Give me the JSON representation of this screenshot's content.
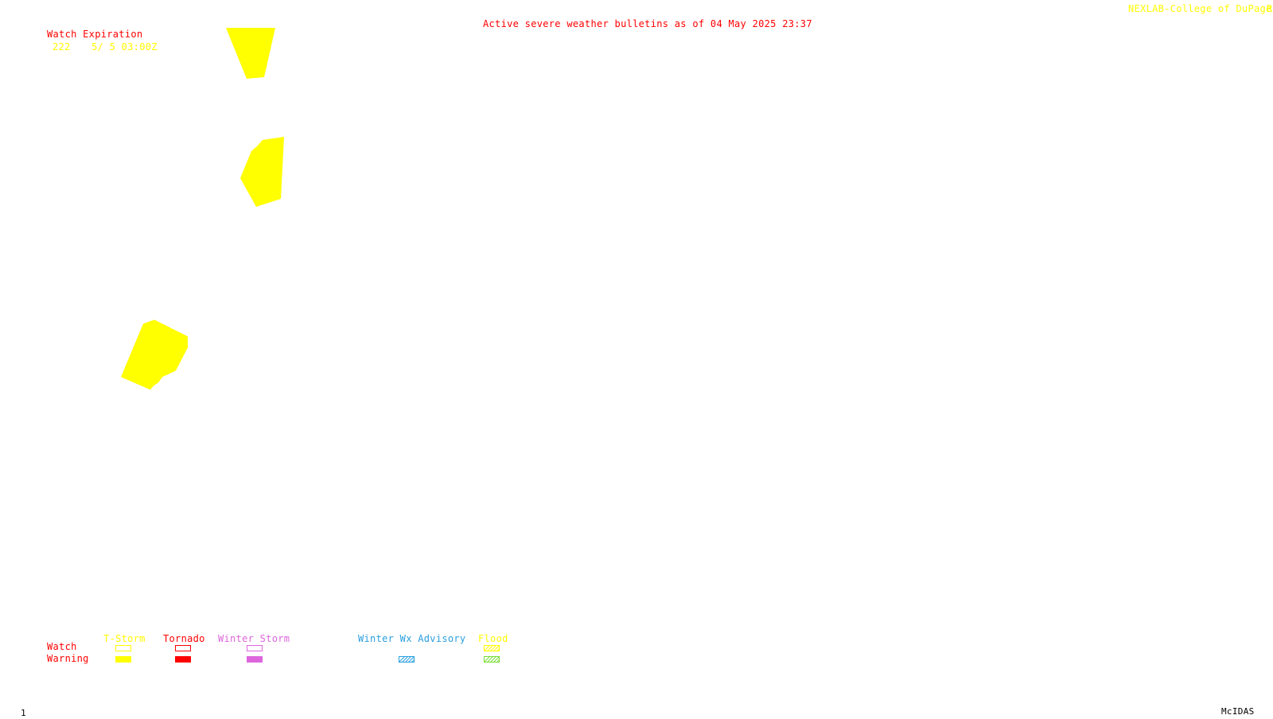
{
  "header": {
    "title": "Active severe weather bulletins as of 04 May 2025 23:37",
    "source_credit": "NEXLAB-College of DuPage",
    "source_credit_tail": "R"
  },
  "watch_table": {
    "heading": "Watch Expiration",
    "rows": [
      {
        "number": "222",
        "expiration": "5/ 5 03:00Z"
      }
    ]
  },
  "legend": {
    "row_labels": {
      "watch": "Watch",
      "warning": "Warning"
    },
    "categories": [
      {
        "label": "T-Storm",
        "color": "#ffff00",
        "watch_style": "outline",
        "warning_style": "solid"
      },
      {
        "label": "Tornado",
        "color": "#ff0000",
        "watch_style": "outline",
        "warning_style": "solid"
      },
      {
        "label": "Winter Storm",
        "color": "#dd66dd",
        "watch_style": "outline",
        "warning_style": "solid"
      },
      {
        "label": "Winter Wx Advisory",
        "color": "#2a9fe0",
        "watch_style": "none",
        "warning_style": "hatched"
      },
      {
        "label": "Flood",
        "color": "#ffff00",
        "warning_color": "#77dd33",
        "watch_style": "hatched",
        "warning_style": "hatched"
      }
    ]
  },
  "footer": {
    "frame_number": "1",
    "software": "McIDAS"
  },
  "colors": {
    "title": "#ff0000",
    "credit": "#ffff00",
    "watch_polygon": "#ffff00",
    "background": "#ffffff",
    "footer_text": "#000000"
  },
  "map": {
    "polygons": [
      {
        "type": "T-Storm watch"
      },
      {
        "type": "T-Storm watch"
      },
      {
        "type": "T-Storm watch"
      }
    ]
  }
}
